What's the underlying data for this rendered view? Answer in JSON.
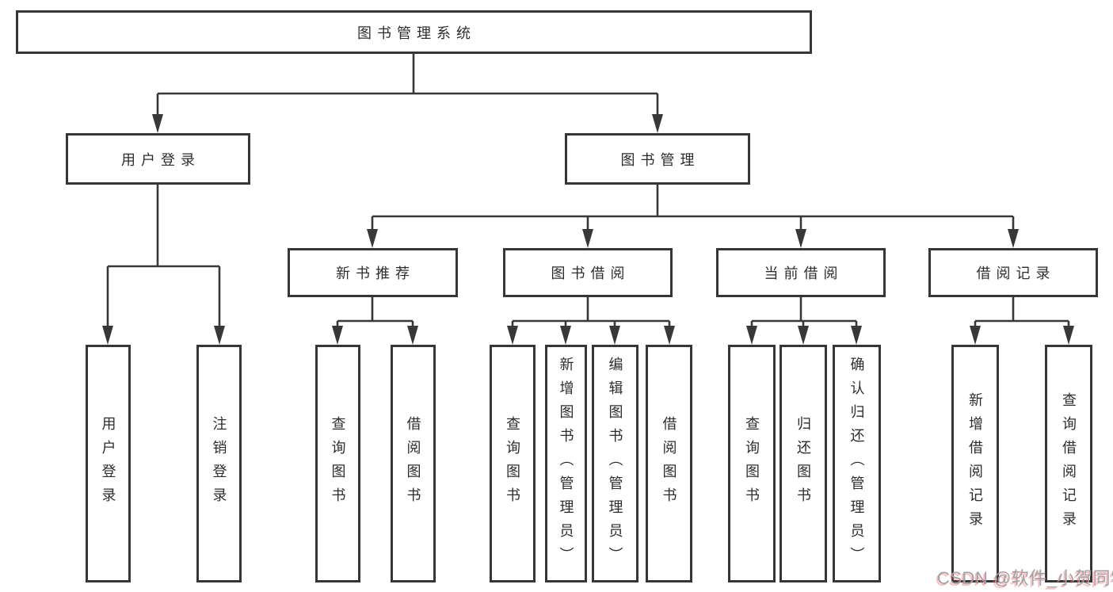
{
  "diagram": {
    "title_node": "图书管理系统",
    "level2": [
      {
        "label": "用户登录"
      },
      {
        "label": "图书管理"
      }
    ],
    "level3": [
      {
        "label": "新书推荐",
        "parent": "图书管理"
      },
      {
        "label": "图书借阅",
        "parent": "图书管理"
      },
      {
        "label": "当前借阅",
        "parent": "图书管理"
      },
      {
        "label": "借阅记录",
        "parent": "图书管理"
      }
    ],
    "leaves": [
      {
        "label": "用户登录",
        "parent": "用户登录"
      },
      {
        "label": "注销登录",
        "parent": "用户登录"
      },
      {
        "label": "查询图书",
        "parent": "新书推荐"
      },
      {
        "label": "借阅图书",
        "parent": "新书推荐"
      },
      {
        "label": "查询图书",
        "parent": "图书借阅"
      },
      {
        "label": "新增图书（管理员）",
        "parent": "图书借阅"
      },
      {
        "label": "编辑图书（管理员）",
        "parent": "图书借阅"
      },
      {
        "label": "借阅图书",
        "parent": "图书借阅"
      },
      {
        "label": "查询图书",
        "parent": "当前借阅"
      },
      {
        "label": "归还图书",
        "parent": "当前借阅"
      },
      {
        "label": "确认归还（管理员）",
        "parent": "当前借阅"
      },
      {
        "label": "新增借阅记录",
        "parent": "借阅记录"
      },
      {
        "label": "查询借阅记录",
        "parent": "借阅记录"
      }
    ],
    "colors": {
      "line": "#363636",
      "text": "#2d2d2d",
      "background": "#ffffff",
      "watermark_text": "#9fa0a4",
      "watermark_shadow": "#fa6464"
    },
    "watermark": {
      "text": "CSDN @软件_小贺同学"
    }
  }
}
